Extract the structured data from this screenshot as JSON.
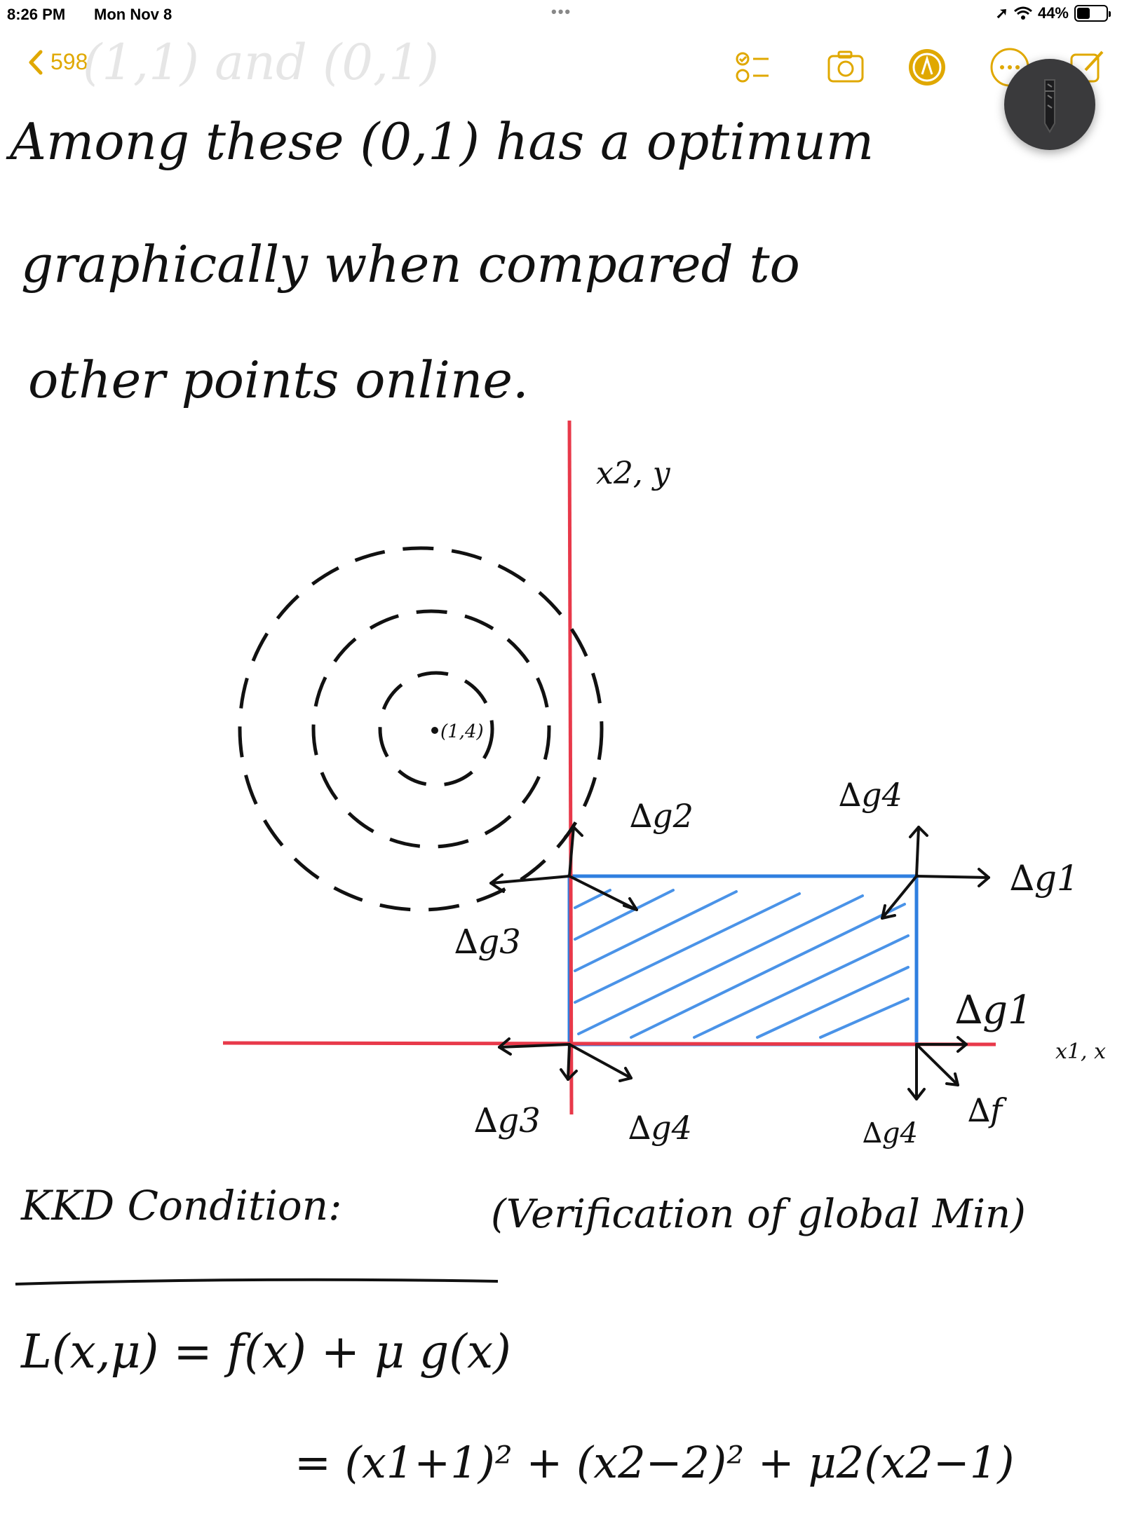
{
  "status_bar": {
    "time": "8:26 PM",
    "date": "Mon Nov 8",
    "battery_text": "44%",
    "battery_level": 0.44
  },
  "toolbar": {
    "back_label": "598",
    "accent_color": "#e0a800",
    "icons": [
      "checklist-icon",
      "camera-icon",
      "markup-icon",
      "more-icon",
      "compose-icon",
      "pencil-icon"
    ]
  },
  "note": {
    "faint_line": "(1,1) and (0,1)",
    "line1": "Among these (0,1) has a optimum",
    "line2": "graphically when compared to",
    "line3": "other points online.",
    "graph": {
      "y_axis_label": "x2, y",
      "x_axis_label": "x1, x",
      "center_label": "(1,4)",
      "labels": {
        "g2_top": "∆g2",
        "g4_top": "∆g4",
        "g1_top": "∆g1",
        "g3_left": "∆g3",
        "g1_right": "∆g1",
        "g3_bottom": "∆g3",
        "g4_bottom": "∆g4",
        "g4_bottom_right": "∆g4",
        "f_grad": "∆f"
      },
      "feasible_region_color": "#2f7fe0",
      "axis_color": "#e8394a"
    },
    "kkt_heading": "KKD Condition:",
    "kkt_note": "(Verification of global Min)",
    "lagrangian": "L(x,μ) = f(x) + μ g(x)",
    "expansion": "= (x1+1)² + (x2−2)² + μ2(x2−1)"
  }
}
